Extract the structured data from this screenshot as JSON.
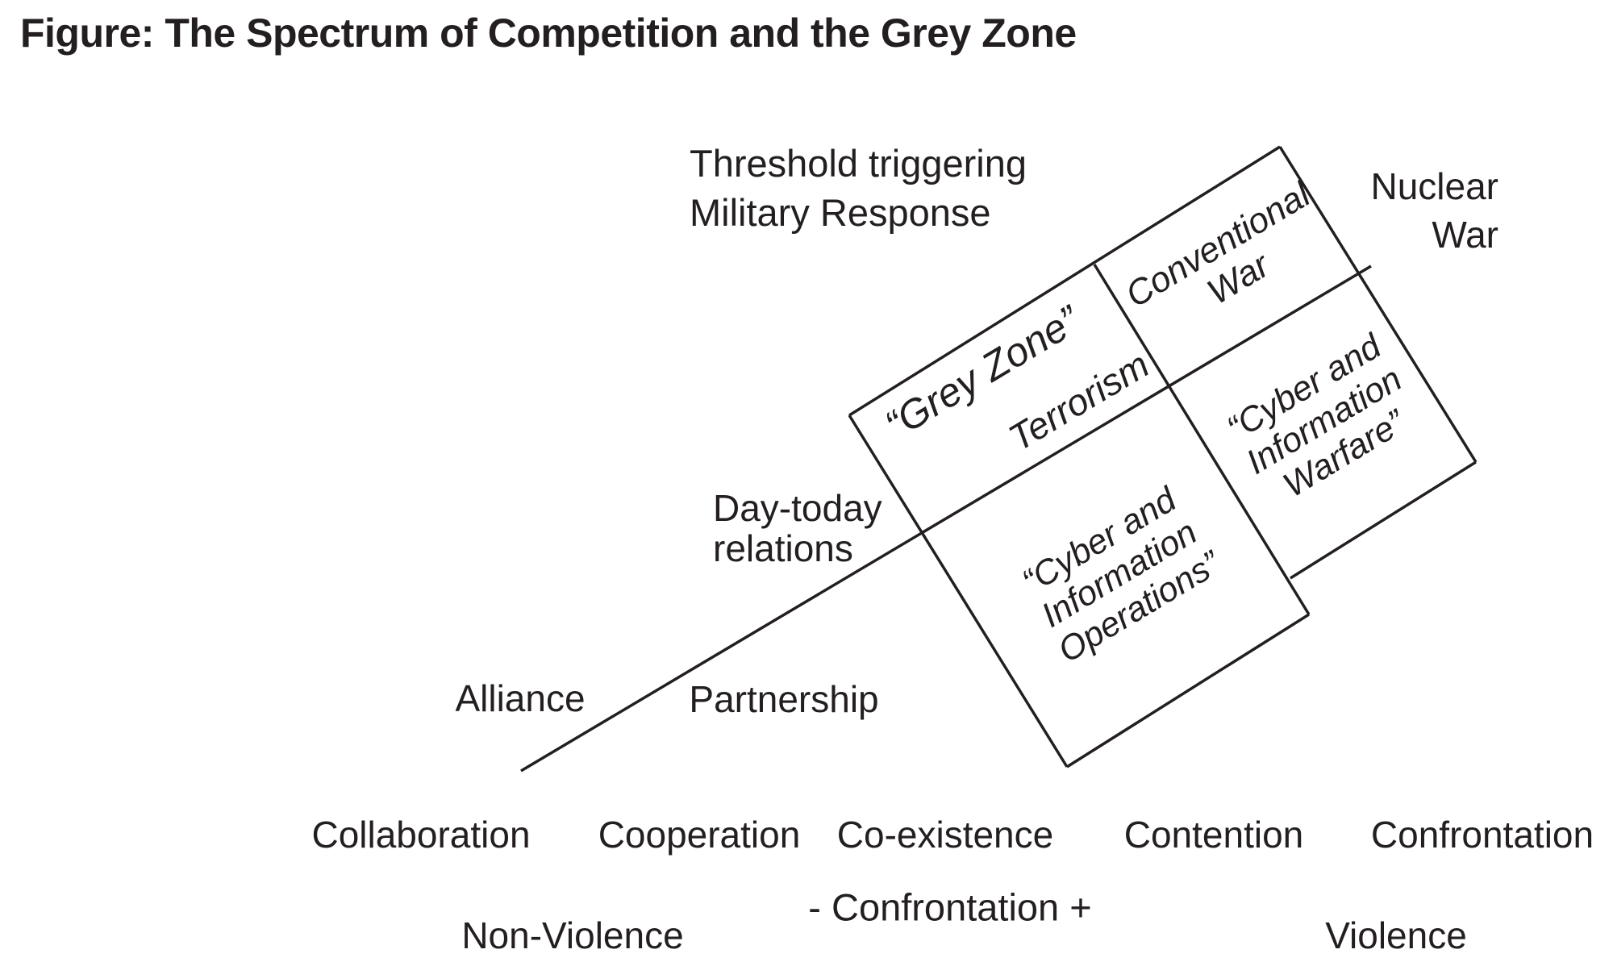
{
  "title": "Figure: The Spectrum of Competition and the Grey Zone",
  "diagram": {
    "colors": {
      "ink": "#231f20",
      "background": "#ffffff"
    },
    "annotations": {
      "threshold": "Threshold triggering\nMilitary Response",
      "nuclear_war": "Nuclear\nWar",
      "day_to_day": "Day-today\nrelations",
      "alliance": "Alliance",
      "partnership": "Partnership"
    },
    "zones": {
      "grey_zone": "“Grey Zone”",
      "terrorism": "Terrorism",
      "conventional_war": "Conventional\nWar",
      "cyber_information_warfare": "“Cyber and\nInformation\nWarfare”",
      "cyber_information_operations": "“Cyber and\nInformation\nOperations”"
    },
    "x_axis": {
      "categories": [
        "Collaboration",
        "Cooperation",
        "Co-existence",
        "Contention",
        "Confrontation"
      ],
      "confrontation_scale": "- Confrontation +",
      "non_violence": "Non-Violence",
      "violence": "Violence"
    }
  }
}
